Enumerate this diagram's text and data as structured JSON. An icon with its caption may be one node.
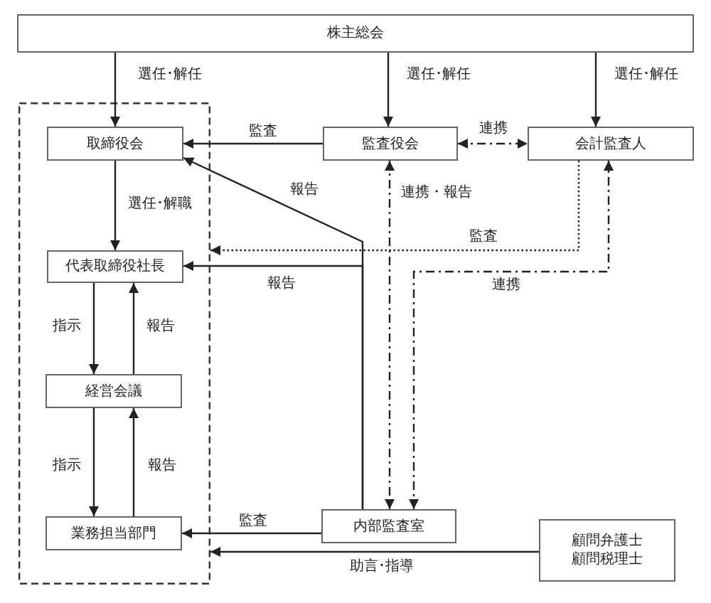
{
  "diagram": {
    "nodes": [
      {
        "text": [
          "株主総会"
        ]
      },
      {
        "text": [],
        "shape": "box"
      },
      {
        "text": [
          "取締役会"
        ],
        "in": 1
      },
      {
        "text": [
          "代表取締役社長"
        ],
        "in": 1
      },
      {
        "text": [
          "経営会議"
        ],
        "in": 1
      },
      {
        "text": [
          "業務担当部門"
        ],
        "in": 1
      },
      {
        "text": [
          "監査役会"
        ]
      },
      {
        "text": [
          "会計監査人"
        ]
      },
      {
        "text": [
          "内部監査室"
        ]
      },
      {
        "text": [
          "顧問弁護士",
          "顧問税理士"
        ]
      }
    ],
    "edges": [
      {
        "from": 0,
        "to": 2,
        "arrow": "to",
        "label": "選任･解任"
      },
      {
        "from": 0,
        "to": 6,
        "arrow": "to",
        "label": "選任･解任"
      },
      {
        "from": 0,
        "to": 7,
        "arrow": "to",
        "label": "選任･解任"
      },
      {
        "from": 6,
        "to": 2,
        "arrow": "to",
        "label": "監査"
      },
      {
        "from": 6,
        "to": 7,
        "arrow": "both",
        "label": "連携",
        "style": "dashed"
      },
      {
        "from": 2,
        "to": 3,
        "arrow": "to",
        "label": "選任･解職"
      },
      {
        "from": 8,
        "to": 2,
        "arrow": "to",
        "label": "報告"
      },
      {
        "from": 8,
        "to": 3,
        "arrow": "to",
        "label": "報告"
      },
      {
        "from": 7,
        "to": 1,
        "arrow": "to",
        "label": "監査",
        "style": "dashed"
      },
      {
        "from": 6,
        "to": 8,
        "arrow": "both",
        "label": "連携・報告",
        "style": "dashed"
      },
      {
        "from": 8,
        "to": 7,
        "arrow": "both",
        "label": "連携",
        "style": "dashed"
      },
      {
        "from": 3,
        "to": 4,
        "arrow": "to",
        "label": "指示"
      },
      {
        "from": 4,
        "to": 3,
        "arrow": "to",
        "label": "報告"
      },
      {
        "from": 4,
        "to": 5,
        "arrow": "to",
        "label": "指示"
      },
      {
        "from": 5,
        "to": 4,
        "arrow": "to",
        "label": "報告"
      },
      {
        "from": 8,
        "to": 5,
        "arrow": "to",
        "label": "監査"
      },
      {
        "from": 9,
        "to": 1,
        "arrow": "to",
        "label": "助言･指導"
      }
    ]
  }
}
